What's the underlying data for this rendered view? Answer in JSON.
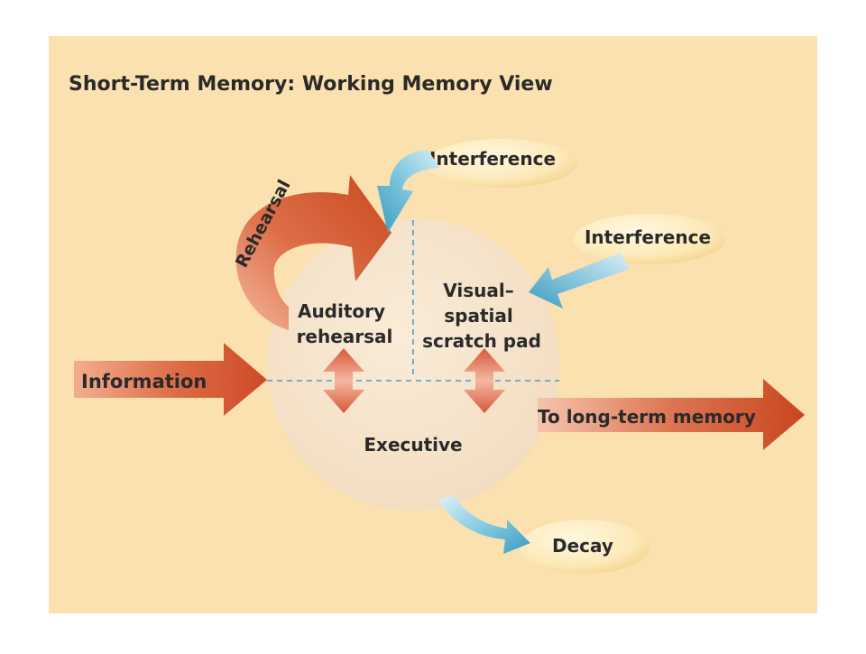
{
  "title": "Short-Term Memory: Working Memory View",
  "labels": {
    "information": "Information",
    "long_term": "To long-term memory",
    "rehearsal": "Rehearsal",
    "auditory_line1": "Auditory",
    "auditory_line2": "rehearsal",
    "visual_line1": "Visual–",
    "visual_line2": "spatial",
    "visual_line3": "scratch pad",
    "executive": "Executive",
    "interference_top": "Interference",
    "interference_right": "Interference",
    "decay": "Decay"
  },
  "colors": {
    "panel": "#fce1b0",
    "circle": "#f6e2c6",
    "red_arrow": "#d2532f",
    "blue_arrow": "#4aa8c8",
    "dash": "#4a9ed0",
    "text": "#2a2a2a"
  }
}
